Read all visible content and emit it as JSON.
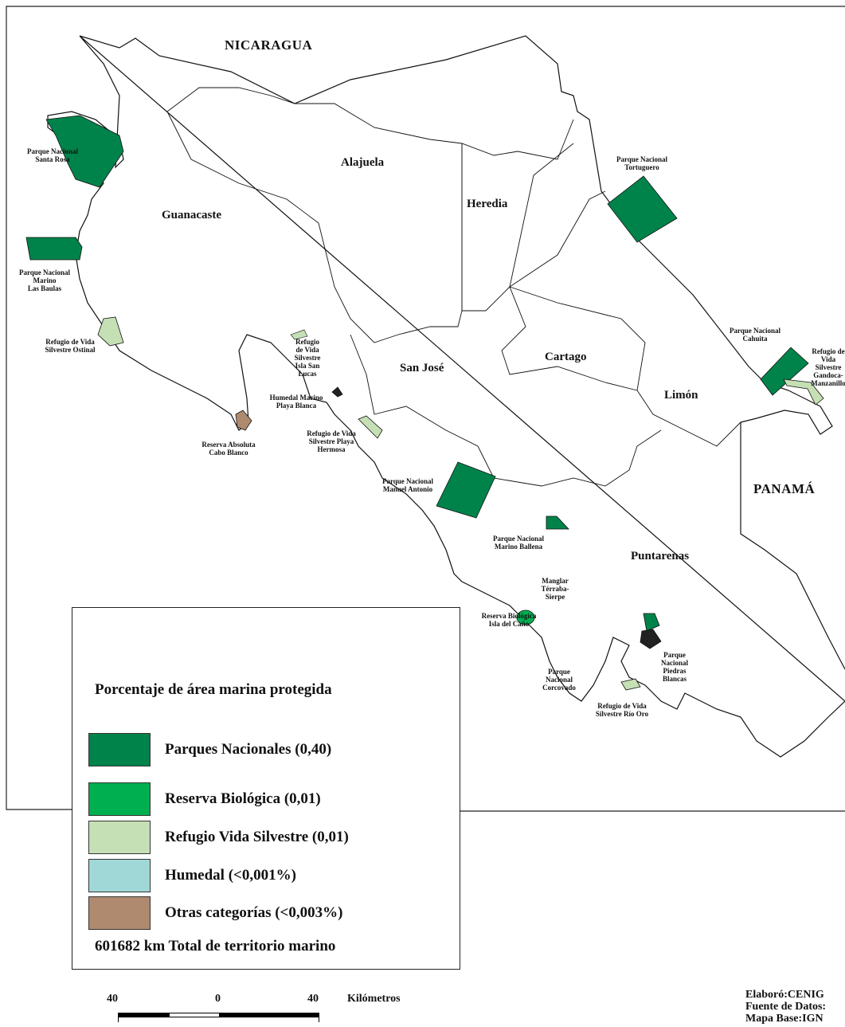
{
  "countries": {
    "north": "NICARAGUA",
    "south": "PANAMÁ"
  },
  "provinces": [
    "Guanacaste",
    "Alajuela",
    "Heredia",
    "San José",
    "Cartago",
    "Limón",
    "Puntarenas"
  ],
  "protected_areas": {
    "santa_rosa": [
      "Parque Nacional",
      "Santa Rosa"
    ],
    "las_baulas": [
      "Parque Nacional",
      "Marino",
      "Las Baulas"
    ],
    "ostinal": [
      "Refugio de Vida",
      "Silvestre Ostinal"
    ],
    "cabo_blanco": [
      "Reserva Absoluta",
      "Cabo Blanco"
    ],
    "san_lucas": [
      "Refugio",
      "de Vida",
      "Silvestre",
      "Isla San",
      "Lucas"
    ],
    "playa_blanca": [
      "Humedal Marino",
      "Playa Blanca"
    ],
    "playa_hermosa": [
      "Refugio de Vida",
      "Silvestre Playa",
      "Hermosa"
    ],
    "manuel_antonio": [
      "Parque Nacional",
      "Manuel Antonio"
    ],
    "marino_ballena": [
      "Parque Nacional",
      "Marino Ballena"
    ],
    "terraba": [
      "Manglar",
      "Térraba-",
      "Sierpe"
    ],
    "isla_cano": [
      "Reserva Biológica",
      "Isla del Caño"
    ],
    "corcovado": [
      "Parque",
      "Nacional",
      "Corcovado"
    ],
    "rio_oro": [
      "Refugio de Vida",
      "Silvestre Río Oro"
    ],
    "piedras_blancas": [
      "Parque",
      "Nacional",
      "Piedras",
      "Blancas"
    ],
    "tortuguero": [
      "Parque Nacional",
      "Tortuguero"
    ],
    "cahuita": [
      "Parque Nacional",
      "Cahuita"
    ],
    "gandoca": [
      "Refugio de",
      "Vida",
      "Silvestre",
      "Gandoca-",
      "Manzanillo"
    ]
  },
  "legend": {
    "title": "Porcentaje de área marina protegida",
    "items": [
      {
        "label": "Parques Nacionales (0,40)",
        "color": "#00834a"
      },
      {
        "label": "Reserva Biológica (0,01)",
        "color": "#00b050"
      },
      {
        "label": "Refugio Vida Silvestre (0,01)",
        "color": "#c5e0b4"
      },
      {
        "label": "Humedal  (<0,001%)",
        "color": "#a0d8d8"
      },
      {
        "label": "Otras categorías   (<0,003%)",
        "color": "#b08a6e"
      }
    ],
    "total": "601682 km  Total de territorio marino"
  },
  "scale_bar": {
    "left": "40",
    "center": "0",
    "right": "40",
    "unit": "Kilómetros"
  },
  "credits": [
    "Elaboró:CENIG",
    "Fuente de Datos:",
    "Mapa Base:IGN"
  ]
}
